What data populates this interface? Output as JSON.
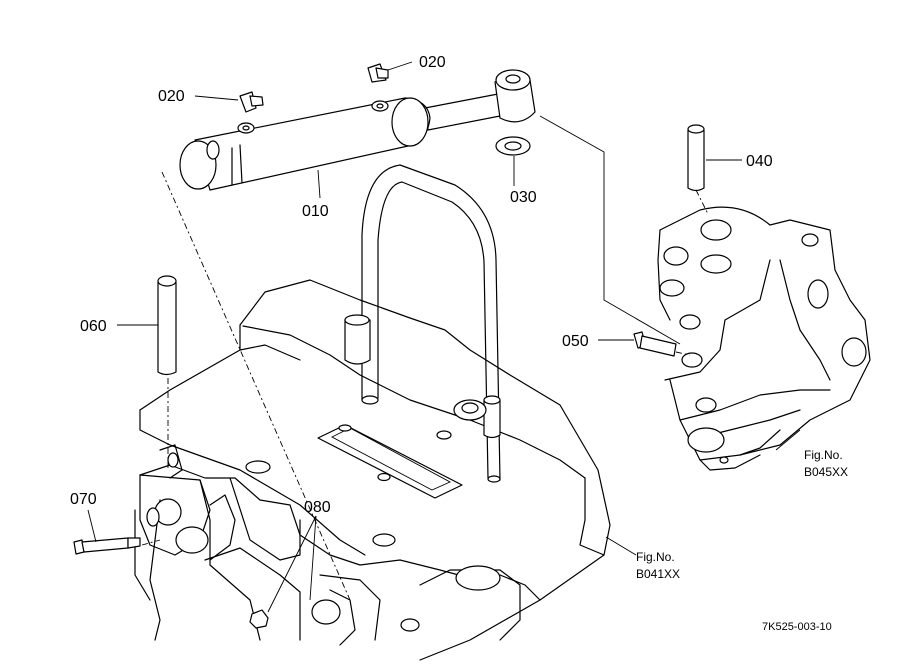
{
  "parts": [
    {
      "id": "p010",
      "label": "010"
    },
    {
      "id": "p020a",
      "label": "020"
    },
    {
      "id": "p020b",
      "label": "020"
    },
    {
      "id": "p030",
      "label": "030"
    },
    {
      "id": "p040",
      "label": "040"
    },
    {
      "id": "p050",
      "label": "050"
    },
    {
      "id": "p060",
      "label": "060"
    },
    {
      "id": "p070",
      "label": "070"
    },
    {
      "id": "p080",
      "label": "080"
    }
  ],
  "refs": {
    "b045": {
      "line1": "Fig.No.",
      "line2": "B045XX"
    },
    "b041": {
      "line1": "Fig.No.",
      "line2": "B041XX"
    }
  },
  "drawing_code": "7K525-003-10"
}
